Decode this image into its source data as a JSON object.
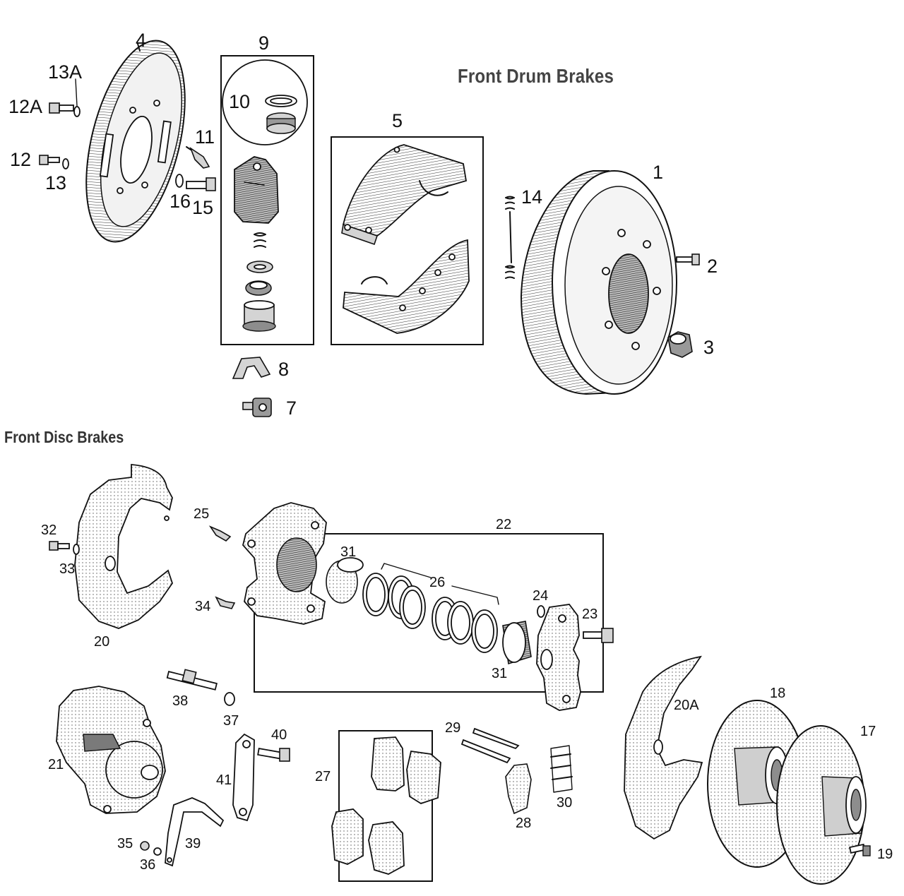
{
  "titles": {
    "drum": "Front Drum Brakes",
    "disc": "Front Disc Brakes"
  },
  "callouts": {
    "c1": "1",
    "c2": "2",
    "c3": "3",
    "c4": "4",
    "c5": "5",
    "c7": "7",
    "c8": "8",
    "c9": "9",
    "c10": "10",
    "c11": "11",
    "c12": "12",
    "c12A": "12A",
    "c13": "13",
    "c13A": "13A",
    "c14": "14",
    "c15": "15",
    "c16": "16",
    "c17": "17",
    "c18": "18",
    "c19": "19",
    "c20": "20",
    "c20A": "20A",
    "c21": "21",
    "c22": "22",
    "c23": "23",
    "c24": "24",
    "c25": "25",
    "c26": "26",
    "c27": "27",
    "c28": "28",
    "c29": "29",
    "c30": "30",
    "c31a": "31",
    "c31b": "31",
    "c32": "32",
    "c33": "33",
    "c34": "34",
    "c35": "35",
    "c36": "36",
    "c37": "37",
    "c38": "38",
    "c39": "39",
    "c40": "40",
    "c41": "41"
  }
}
